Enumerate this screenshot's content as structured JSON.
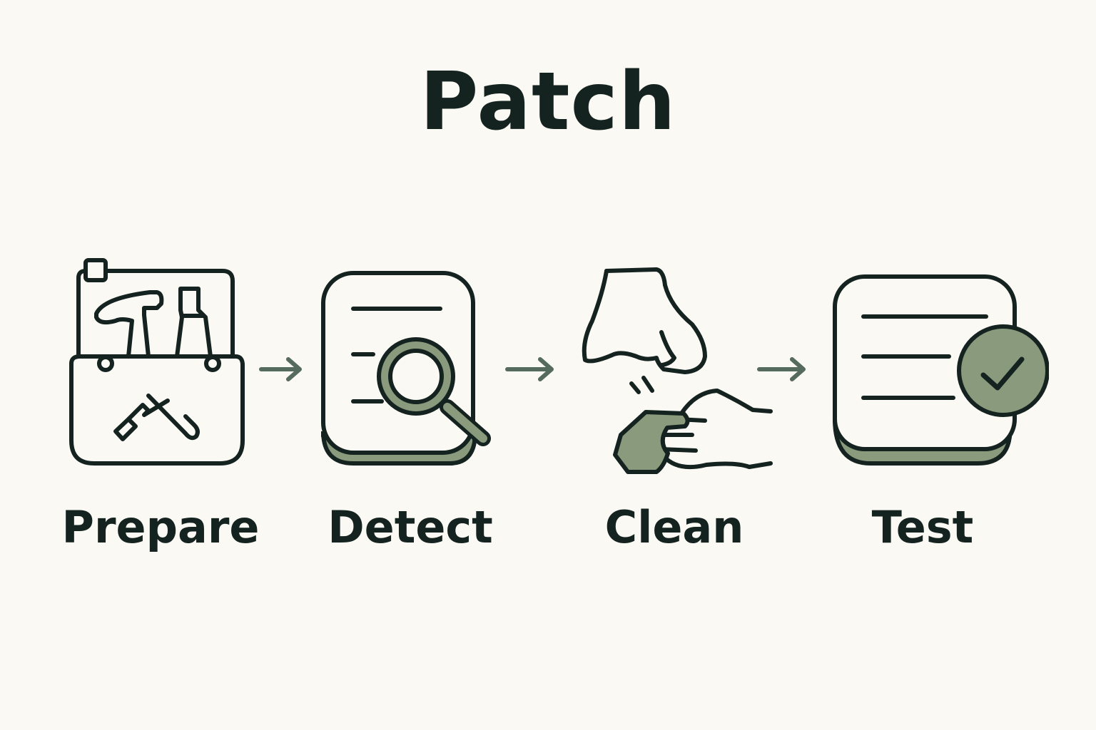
{
  "title": "Patch",
  "colors": {
    "background": "#fbf9f3",
    "stroke": "#142220",
    "accent": "#8a9a7c",
    "arrow": "#556b5e"
  },
  "steps": [
    {
      "label": "Prepare",
      "icon": "toolbox-icon"
    },
    {
      "label": "Detect",
      "icon": "document-magnifier-icon"
    },
    {
      "label": "Clean",
      "icon": "nose-wipe-icon"
    },
    {
      "label": "Test",
      "icon": "document-check-icon"
    }
  ],
  "arrows": [
    "arrow-right-icon",
    "arrow-right-icon",
    "arrow-right-icon"
  ]
}
